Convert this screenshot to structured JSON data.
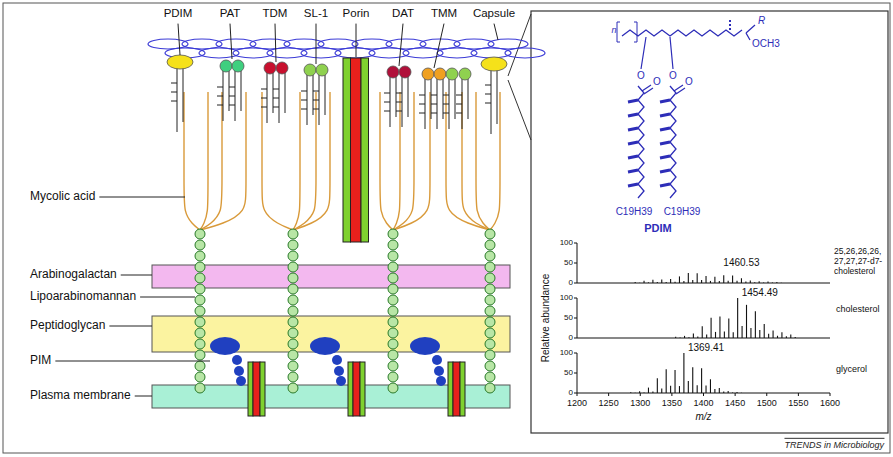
{
  "diagram": {
    "labels": [
      "PDIM",
      "PAT",
      "TDM",
      "SL-1",
      "Porin",
      "DAT",
      "TMM",
      "Capsule",
      "Mycolic acid",
      "Arabinogalactan",
      "Lipoarabinomannan",
      "Peptidoglycan",
      "PIM",
      "Plasma membrane",
      "n",
      "R",
      "OCH3",
      "O",
      "O",
      "O",
      "O",
      "C19H39",
      "C19H39",
      "PDIM",
      "1460.53",
      "25,26,26,26, 27,27,27-d7- cholesterol",
      "1454.49",
      "cholesterol",
      "1369.41",
      "glycerol",
      "100",
      "50",
      "0",
      "100",
      "50",
      "0",
      "100",
      "50",
      "0",
      "1200",
      "1250",
      "1300",
      "1350",
      "1400",
      "1450",
      "1500",
      "1550",
      "1600",
      "m/z",
      "Relative abundance",
      "TRENDS in Microbiology"
    ]
  }
}
